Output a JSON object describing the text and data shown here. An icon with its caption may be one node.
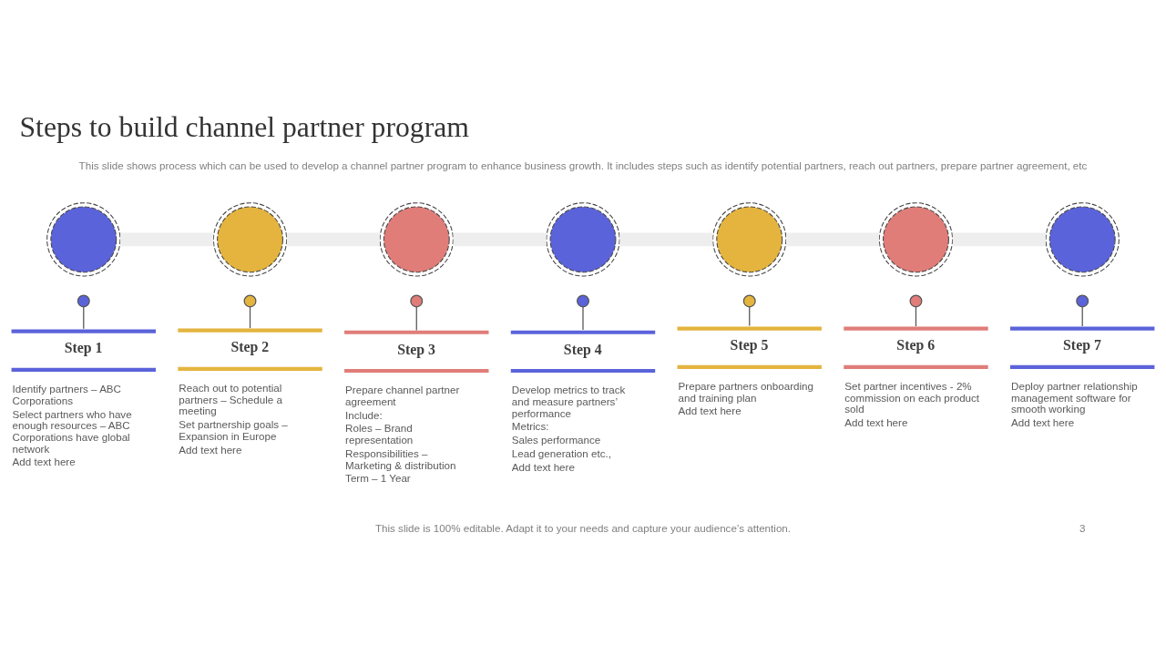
{
  "diagram": {
    "title": "Steps to build channel partner program",
    "nodes": [
      {
        "text": [],
        "shape": "circle"
      },
      {
        "text": [],
        "shape": "circle"
      },
      {
        "text": [],
        "shape": "circle"
      },
      {
        "text": [],
        "shape": "circle"
      },
      {
        "text": [],
        "shape": "circle"
      },
      {
        "text": [],
        "shape": "circle"
      },
      {
        "text": [],
        "shape": "circle"
      },
      {
        "text": [],
        "shape": "circle"
      },
      {
        "text": [
          "Step 1",
          "Identify partners – ABC Corporations",
          "Select partners who have enough resources – ABC Corporations have global network",
          "Add text here"
        ]
      },
      {
        "text": [],
        "shape": "circle"
      },
      {
        "text": [
          "Step 2",
          "Reach out to potential partners – Schedule a meeting",
          "Set partnership goals – Expansion in Europe",
          "Add text here"
        ]
      },
      {
        "text": [],
        "shape": "circle"
      },
      {
        "text": [
          "Step 3",
          "Prepare channel partner agreement",
          "Include:",
          "Roles – Brand representation",
          "Responsibilities – Marketing & distribution",
          "Term – 1 Year"
        ]
      },
      {
        "text": [],
        "shape": "circle"
      },
      {
        "text": [
          "Step 4",
          "Develop metrics to track and measure partners’ performance",
          "Metrics:",
          "Sales performance",
          "Lead generation etc.,",
          "Add text here"
        ]
      },
      {
        "text": [],
        "shape": "circle"
      },
      {
        "text": [
          "Step 5",
          "Prepare partners onboarding and training plan",
          "Add text here"
        ]
      },
      {
        "text": [],
        "shape": "circle"
      },
      {
        "text": [
          "Step 6",
          "Set partner incentives - 2% commission on each product sold",
          "Add text here"
        ]
      },
      {
        "text": [],
        "shape": "circle"
      },
      {
        "text": [
          "Step 7",
          "Deploy partner relationship management software for smooth working",
          "Add text here"
        ]
      }
    ],
    "edges": [
      {
        "from": 0,
        "to": 1,
        "arrow": "none",
        "style": "thick",
        "color": "#eeeeee"
      },
      {
        "from": 1,
        "to": 2,
        "arrow": "none",
        "style": "thick",
        "color": "#eeeeee"
      },
      {
        "from": 2,
        "to": 3,
        "arrow": "none",
        "style": "thick",
        "color": "#eeeeee"
      },
      {
        "from": 3,
        "to": 4,
        "arrow": "none",
        "style": "thick",
        "color": "#eeeeee"
      },
      {
        "from": 4,
        "to": 5,
        "arrow": "none",
        "style": "thick",
        "color": "#eeeeee"
      },
      {
        "from": 5,
        "to": 6,
        "arrow": "none",
        "style": "thick",
        "color": "#eeeeee"
      },
      {
        "from": 7,
        "to": 8,
        "arrow": "none"
      },
      {
        "from": 9,
        "to": 10,
        "arrow": "none"
      },
      {
        "from": 11,
        "to": 12,
        "arrow": "none"
      },
      {
        "from": 13,
        "to": 14,
        "arrow": "none"
      },
      {
        "from": 15,
        "to": 16,
        "arrow": "none"
      },
      {
        "from": 17,
        "to": 18,
        "arrow": "none"
      },
      {
        "from": 19,
        "to": 20,
        "arrow": "none"
      }
    ],
    "labels": [
      "This slide shows process which can be used to develop a channel partner program to enhance business growth. It includes steps such as identify potential partners, reach out partners, prepare partner agreement, etc",
      "This slide is 100% editable. Adapt it to your needs and capture your audience’s attention.",
      "3"
    ]
  }
}
